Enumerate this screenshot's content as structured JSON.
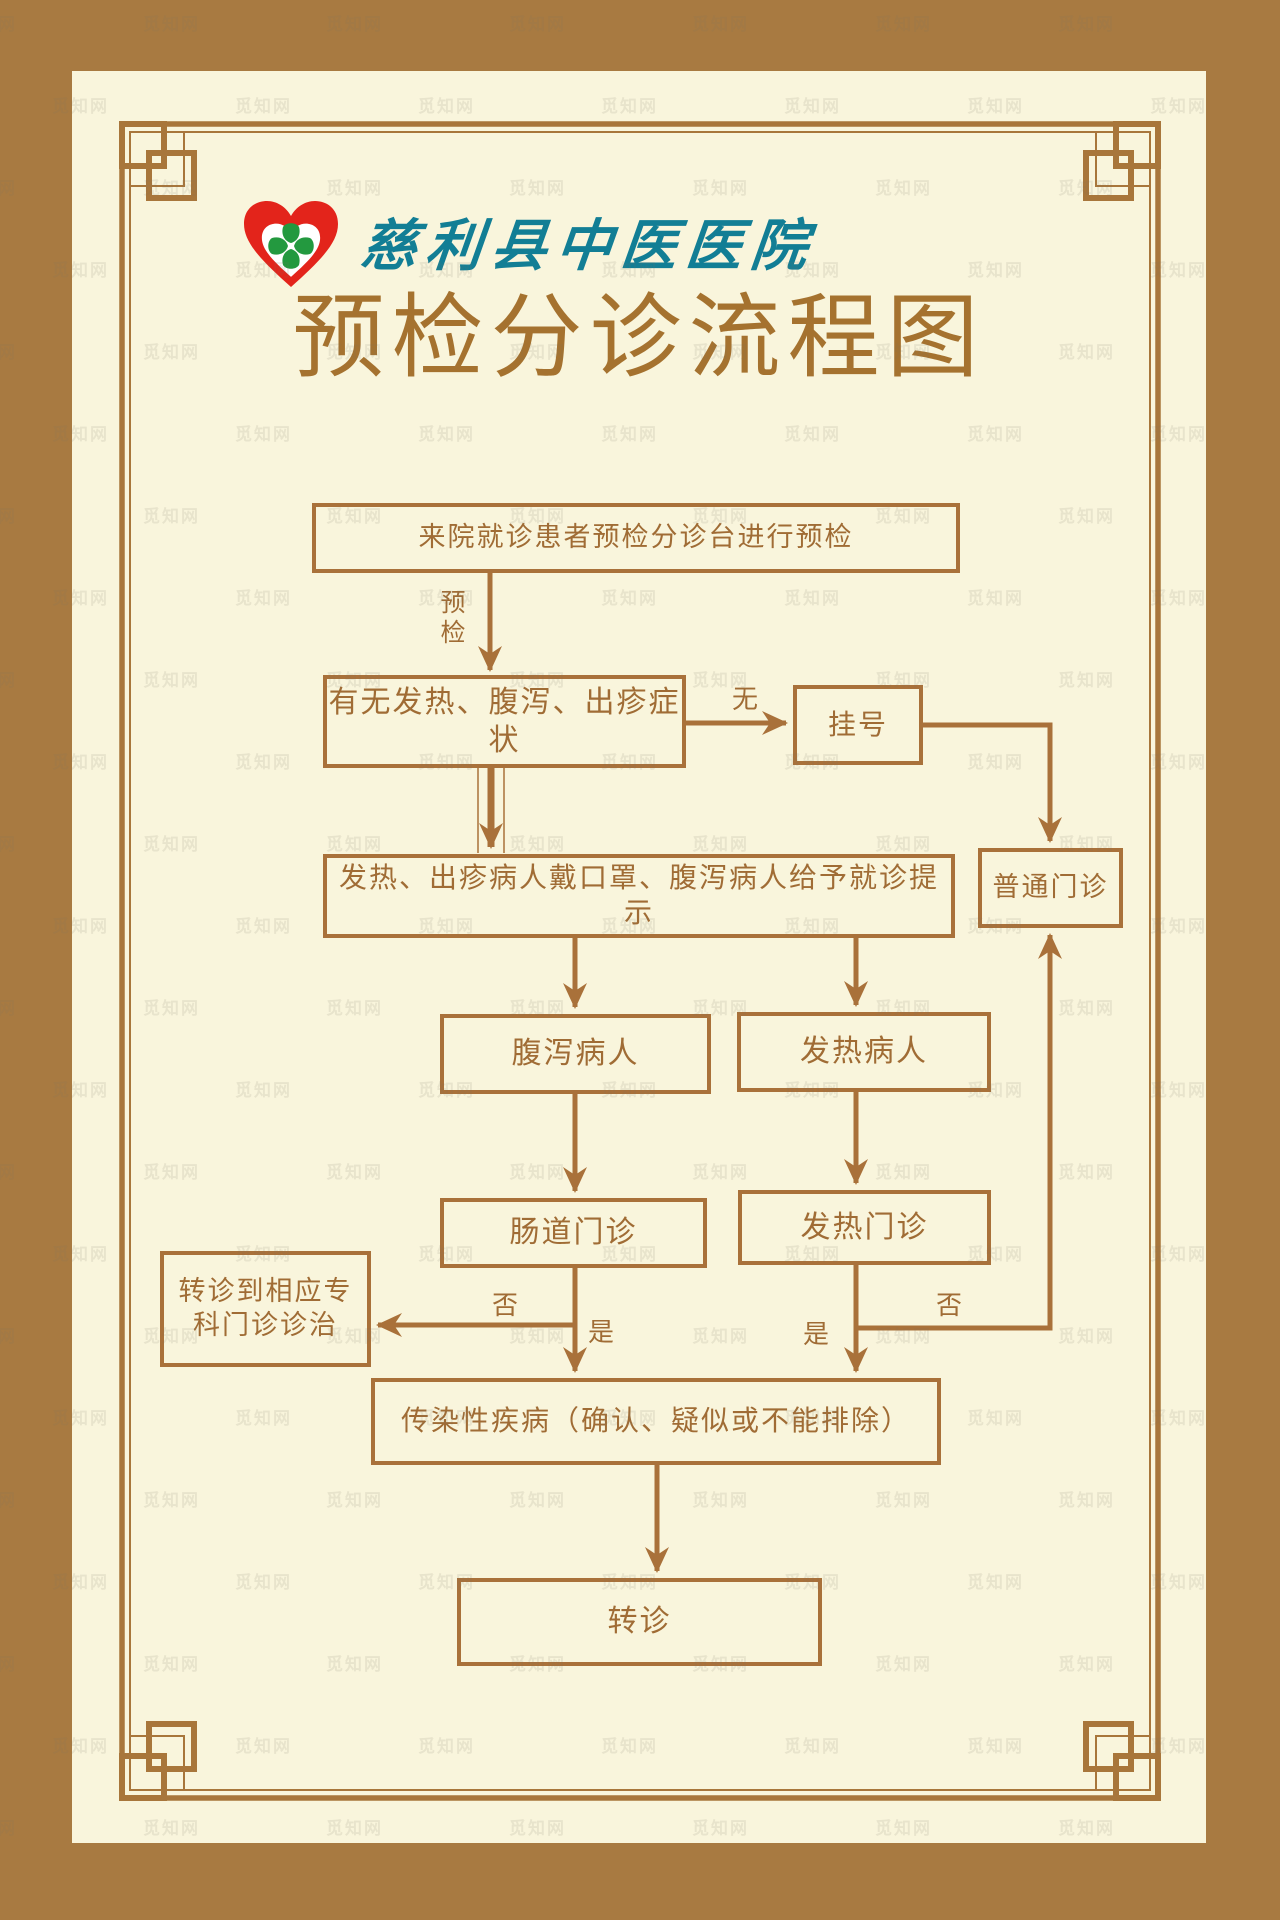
{
  "page": {
    "surround_color": "#a87a41",
    "poster_color": "#f9f5dc",
    "frame_color": "#a8763b"
  },
  "watermark": {
    "text": "觅知网",
    "rows": 23,
    "cols": 7,
    "x_step": 183,
    "y_step": 82
  },
  "header": {
    "hospital_name": "慈利县中医医院",
    "logo": {
      "name": "heart-cross-logo",
      "heart_red": "#e3241b",
      "inner_white": "#ffffff",
      "cross_green": "#23993f"
    }
  },
  "title": {
    "text": "预检分诊流程图",
    "color": "#a5722f"
  },
  "flowchart": {
    "line_color": "#a9713a",
    "boxes": {
      "precheck": {
        "text": "来院就诊患者预检分诊台进行预检"
      },
      "symptom": {
        "text": "有无发热、腹泻、出疹症状"
      },
      "register": {
        "text": "挂号"
      },
      "general": {
        "text": "普通门诊"
      },
      "tip": {
        "text": "发热、出疹病人戴口罩、腹泻病人给予就诊提示"
      },
      "diarrhea": {
        "text": "腹泻病人"
      },
      "fever": {
        "text": "发热病人"
      },
      "intestinal": {
        "text": "肠道门诊"
      },
      "fever_clinic": {
        "text": "发热门诊"
      },
      "referral": {
        "line1": "转诊到相应专",
        "line2": "科门诊诊治"
      },
      "infectious": {
        "text": "传染性疾病（确认、疑似或不能排除）"
      },
      "transfer": {
        "text": "转诊"
      }
    },
    "labels": {
      "precheck_step": "预检",
      "no_symptom": "无",
      "no_left": "否",
      "yes_left": "是",
      "yes_right": "是",
      "no_right": "否"
    }
  }
}
